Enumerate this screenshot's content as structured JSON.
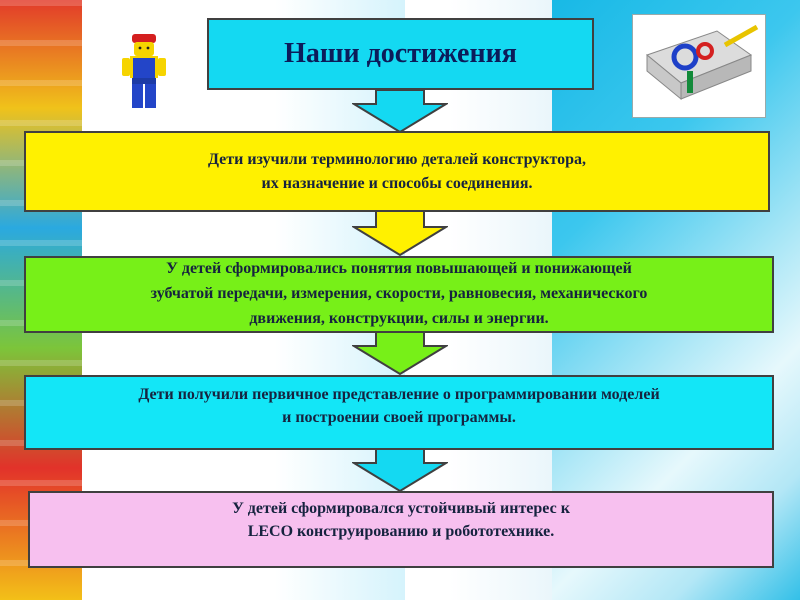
{
  "title": "Наши достижения",
  "boxes": [
    {
      "text": "Дети изучили терминологию деталей конструктора,\nих назначение и способы соединения.",
      "color": "#fff100"
    },
    {
      "text": "У детей сформировались понятия повышающей и понижающей\nзубчатой передачи, измерения, скорости, равновесия, механического\nдвижения, конструкции,  силы и энергии.",
      "color": "#77f018"
    },
    {
      "text": "Дети получили первичное представление о программировании моделей\nи построении своей программы.",
      "color": "#13e6f7"
    },
    {
      "text": "У детей сформировался устойчивый интерес к\nLECO  конструированию и робототехнике.",
      "color": "#f7c0ef"
    }
  ],
  "colors": {
    "title_bg": "#14d9f2",
    "arrow_cyan": "#14d9f2",
    "arrow_yellow": "#fff100",
    "arrow_green": "#77f018"
  },
  "icons": [
    "lego-minifigure-icon",
    "lego-gear-model-icon"
  ]
}
